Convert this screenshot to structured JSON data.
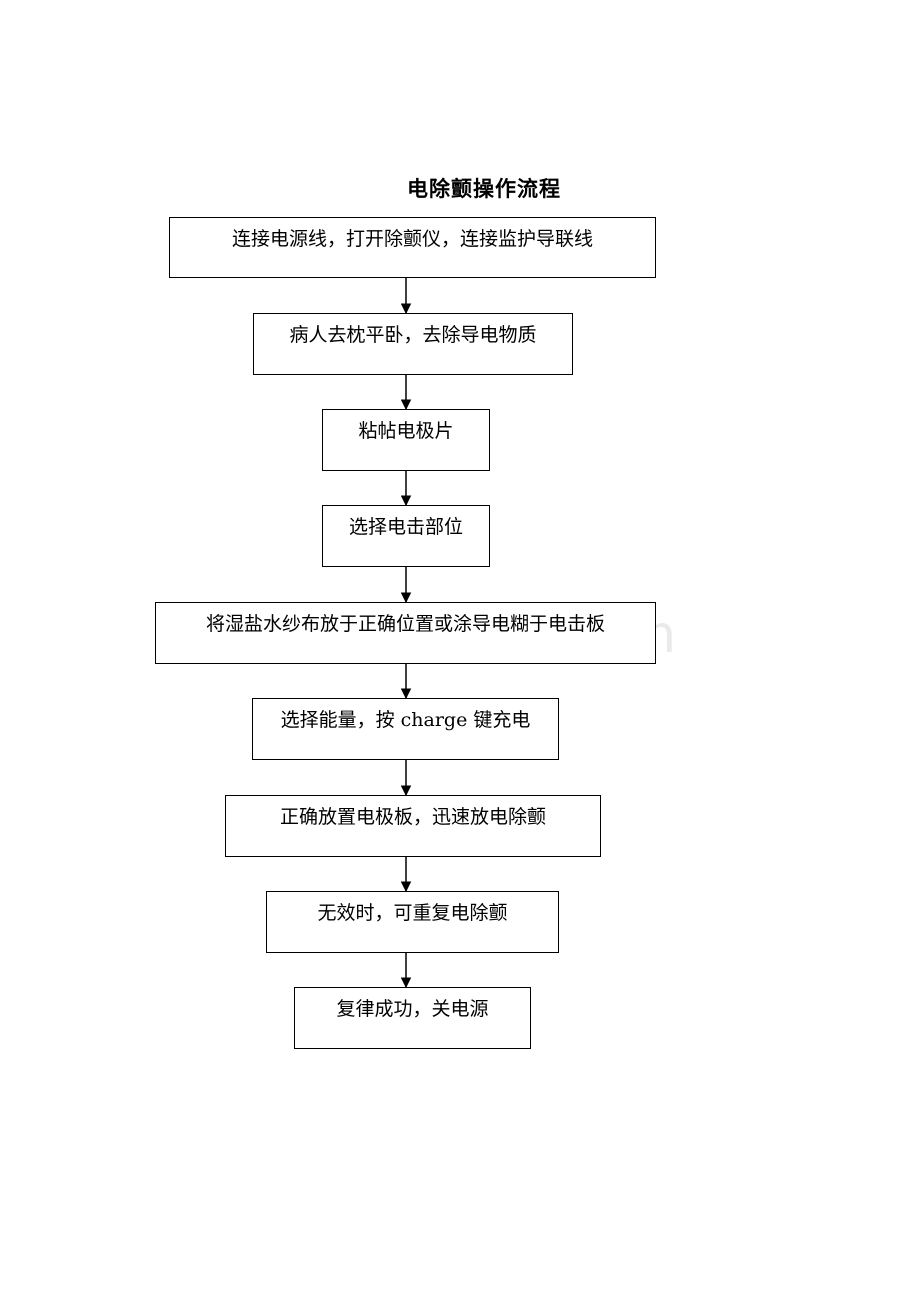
{
  "title": "电除颤操作流程",
  "steps": [
    "连接电源线，打开除颤仪，连接监护导联线",
    "病人去枕平卧，去除导电物质",
    "粘帖电极片",
    "选择电击部位",
    "将湿盐水纱布放于正确位置或涂导电糊于电击板",
    "选择能量，按 charge 键充电",
    "正确放置电极板，迅速放电除颤",
    "无效时，可重复电除颤",
    "复律成功，关电源"
  ],
  "watermark": "www.bdocx.com"
}
